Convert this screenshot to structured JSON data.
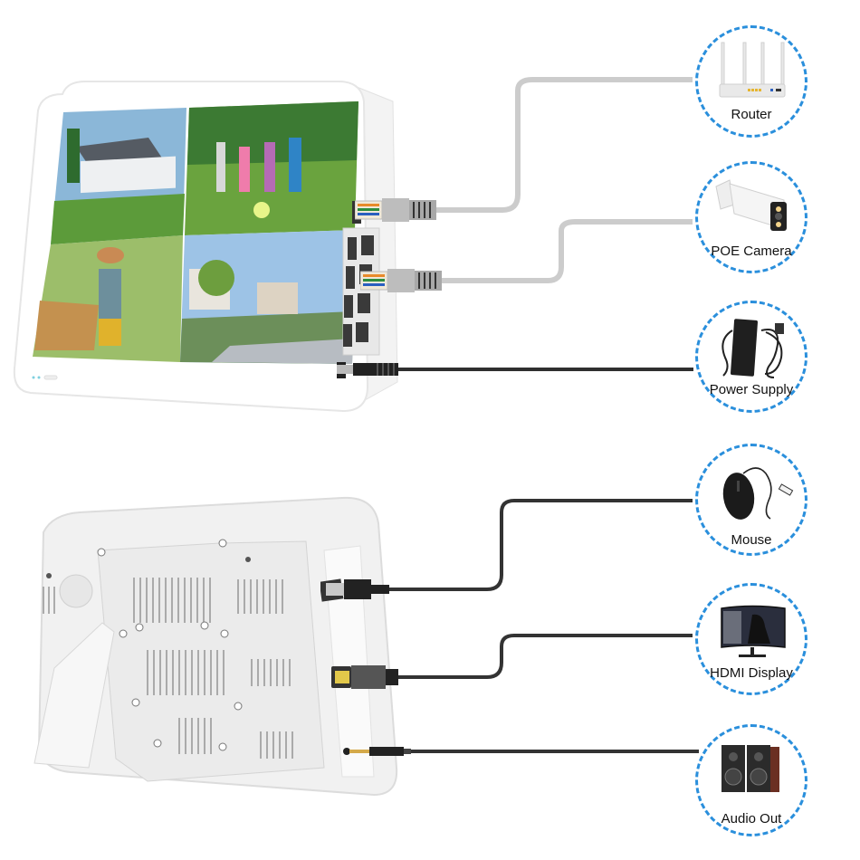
{
  "diagram": {
    "type": "device-connection-diagram",
    "front_view": {
      "description": "Wall-mountable monitor NVR front view with 4-split camera display",
      "screen_tiles": [
        {
          "scene": "house"
        },
        {
          "scene": "kids-playing"
        },
        {
          "scene": "child-with-dog"
        },
        {
          "scene": "street"
        }
      ],
      "side_ports": [
        "WAN RJ45",
        "PoE RJ45 x8",
        "DC power"
      ]
    },
    "rear_view": {
      "description": "Rear panel with kickstand, speaker grille, vents",
      "side_ports": [
        "USB",
        "HDMI",
        "3.5mm audio"
      ]
    },
    "connections": [
      {
        "id": "router",
        "label": "Router",
        "port": "RJ45 WAN",
        "cable_color": "#cccccc"
      },
      {
        "id": "poe-camera",
        "label": "POE Camera",
        "port": "RJ45 PoE",
        "cable_color": "#cccccc"
      },
      {
        "id": "power-supply",
        "label": "Power Supply",
        "port": "DC",
        "cable_color": "#333333"
      },
      {
        "id": "mouse",
        "label": "Mouse",
        "port": "USB",
        "cable_color": "#333333"
      },
      {
        "id": "hdmi-display",
        "label": "HDMI Display",
        "port": "HDMI",
        "cable_color": "#333333"
      },
      {
        "id": "audio-out",
        "label": "Audio Out",
        "port": "3.5mm",
        "cable_color": "#333333"
      }
    ],
    "circle_border_color": "#2a8fdc"
  }
}
